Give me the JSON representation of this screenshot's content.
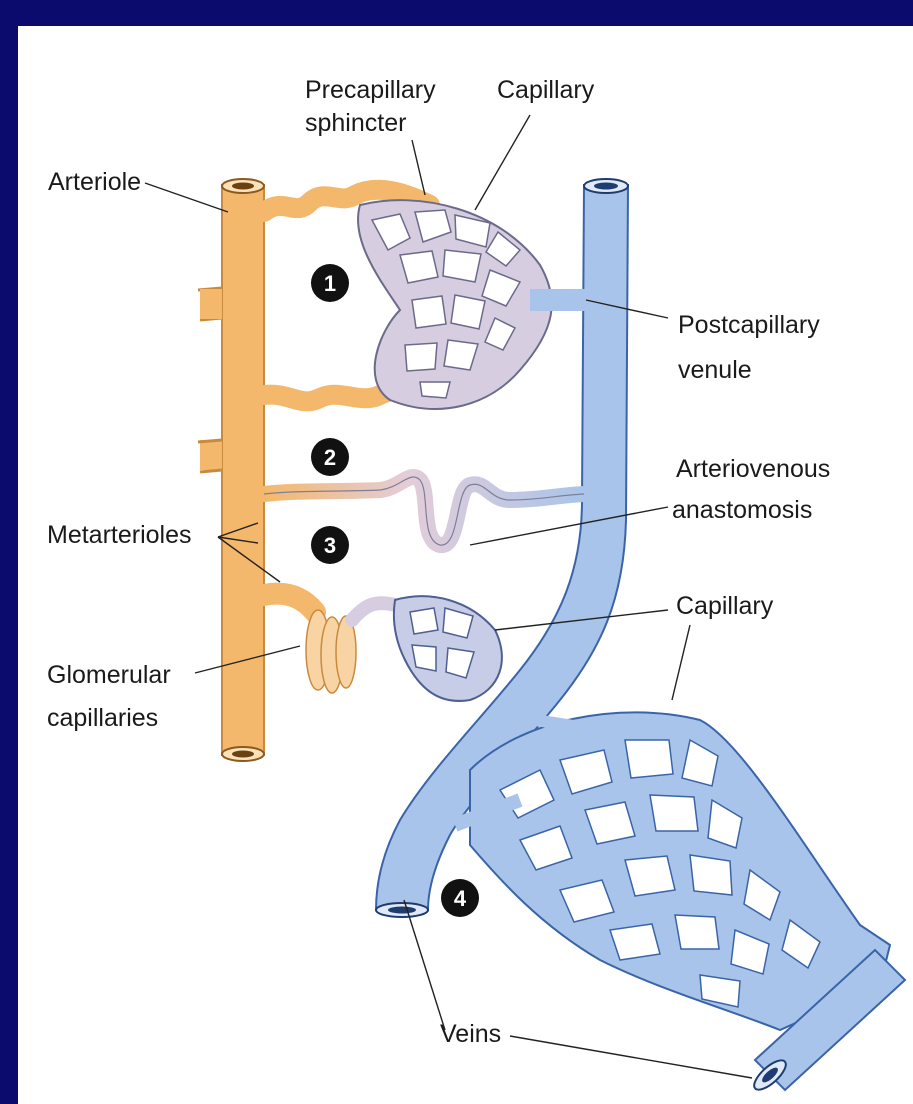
{
  "colors": {
    "background": "#0b0b6e",
    "panel": "#ffffff",
    "arterial": "#f4b86c",
    "arterial_outline": "#c98a3e",
    "venous": "#a9c4ea",
    "venous_outline": "#3a64a8",
    "mixed": "#d6cde0",
    "label_text": "#1a1a1a",
    "marker_fill": "#111111"
  },
  "labels": {
    "precapillary_sphincter": [
      "Precapillary",
      "sphincter"
    ],
    "capillary_top": "Capillary",
    "arteriole": "Arteriole",
    "postcapillary_venule": [
      "Postcapillary",
      "venule"
    ],
    "arteriovenous_anastomosis": [
      "Arteriovenous",
      "anastomosis"
    ],
    "metarterioles": "Metarterioles",
    "capillary_lower": "Capillary",
    "glomerular_capillaries": [
      "Glomerular",
      "capillaries"
    ],
    "veins": "Veins"
  },
  "markers": [
    "1",
    "2",
    "3",
    "4"
  ]
}
